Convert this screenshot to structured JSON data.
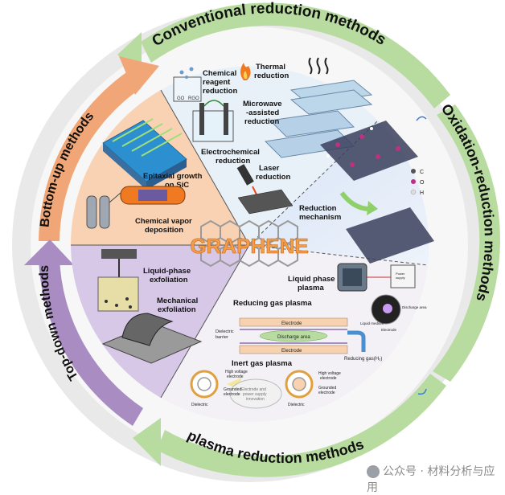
{
  "center_title": "GRAPHENE",
  "arcs": {
    "conventional": "Conventional reduction methods",
    "oxidation": "Oxidation-reduction methods",
    "plasma": "plasma reduction methods",
    "bottom_up": "Bottom-up  methods",
    "top_down": "Top-down methods"
  },
  "conventional_items": {
    "chemical": [
      "Chemical",
      "reagent",
      "reduction"
    ],
    "thermal": [
      "Thermal",
      "reduction"
    ],
    "microwave": [
      "Microwave",
      "-assisted",
      "reduction"
    ],
    "electrochemical": [
      "Electrochemical",
      "reduction"
    ],
    "laser": [
      "Laser",
      "reduction"
    ],
    "beaker_labels": [
      "GO",
      "RGO"
    ]
  },
  "oxidation_items": {
    "mechanism": [
      "Reduction",
      "mechanism"
    ],
    "atoms": [
      "C",
      "O",
      "H"
    ]
  },
  "bottom_up_items": {
    "epitaxial": [
      "Epitaxial growth",
      "on SiC"
    ],
    "cvd": [
      "Chemical vapor",
      "deposition"
    ]
  },
  "top_down_items": {
    "liquid": [
      "Liquid-phase",
      "exfoliation"
    ],
    "mechanical": [
      "Mechanical",
      "exfoliation"
    ]
  },
  "plasma_items": {
    "liquid_plasma": [
      "Liquid phase",
      "plasma"
    ],
    "power_supply": [
      "Power",
      "supply"
    ],
    "discharge_area": "Discharge area",
    "liquid_medium": "Liquid medium",
    "electrode_small": "Electrode",
    "reducing_gas": "Reducing gas plasma",
    "electrode": "Electrode",
    "discharge_area2": "Discharge area",
    "dielectric_barrier": [
      "Dielectric",
      "barrier"
    ],
    "reducing_gas_h2": "Reducing gas(H₂)",
    "inert_gas": "Inert gas plasma",
    "hv_electrode": [
      "High voltage",
      "electrode"
    ],
    "grounded_electrode": [
      "Grounded",
      "electrode"
    ],
    "dielectric": "Dielectric",
    "cloud_text": [
      "Electrode and",
      "power supply",
      "innovation"
    ]
  },
  "watermark": "公众号 · 材料分析与应用",
  "colors": {
    "green_arc": "#b8dca0",
    "orange_arc": "#f0a676",
    "purple_arc": "#a88cc2",
    "bottom_up_bg": "#f9d2b4",
    "top_down_bg": "#d8c8e8",
    "conventional_bg": "#e8f0f8",
    "oxidation_bg": "#dbe6f6",
    "plasma_bg": "#f3f1f6",
    "graphene_text": "#f39c4a"
  }
}
